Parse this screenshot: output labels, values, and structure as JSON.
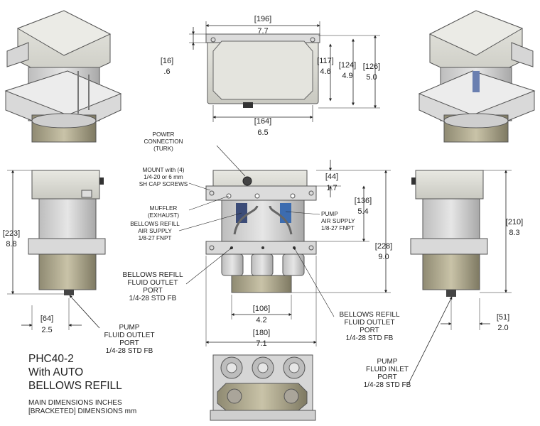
{
  "title": {
    "line1": "PHC40-2",
    "line2": "With AUTO",
    "line3": "BELLOWS REFILL"
  },
  "notes": {
    "line1": "MAIN DIMENSIONS INCHES",
    "line2": "[BRACKETED] DIMENSIONS mm"
  },
  "dimensions": {
    "top_width_mm": "[196]",
    "top_width_in": "7.7",
    "flange_mm": "[16]",
    "flange_in": ".6",
    "h117_mm": "[117]",
    "h117_in": "4.6",
    "h124_mm": "[124]",
    "h124_in": "4.9",
    "h126_mm": "[126]",
    "h126_in": "5.0",
    "w164_mm": "[164]",
    "w164_in": "6.5",
    "h44_mm": "[44]",
    "h44_in": "1.7",
    "h136_mm": "[136]",
    "h136_in": "5.4",
    "h228_mm": "[228]",
    "h228_in": "9.0",
    "h223_mm": "[223]",
    "h223_in": "8.8",
    "w64_mm": "[64]",
    "w64_in": "2.5",
    "w106_mm": "[106]",
    "w106_in": "4.2",
    "w180_mm": "[180]",
    "w180_in": "7.1",
    "h210_mm": "[210]",
    "h210_in": "8.3",
    "w51_mm": "[51]",
    "w51_in": "2.0"
  },
  "callouts": {
    "power": [
      "POWER",
      "CONNECTION",
      "(TURK)"
    ],
    "mount": [
      "MOUNT with (4)",
      "1/4-20 or 6 mm",
      "SH CAP SCREWS"
    ],
    "muffler": [
      "MUFFLER",
      "(EXHAUST)"
    ],
    "bellows_air": [
      "BELLOWS REFILL",
      "AIR SUPPLY",
      "1/8-27 FNPT"
    ],
    "pump_air": [
      "PUMP",
      "AIR SUPPLY",
      "1/8-27 FNPT"
    ],
    "bellows_outlet_left": [
      "BELLOWS REFILL",
      "FLUID OUTLET",
      "PORT",
      "1/4-28 STD FB"
    ],
    "bellows_outlet_right": [
      "BELLOWS REFILL",
      "FLUID OUTLET",
      "PORT",
      "1/4-28 STD FB"
    ],
    "pump_outlet": [
      "PUMP",
      "FLUID OUTLET",
      "PORT",
      "1/4-28 STD FB"
    ],
    "pump_inlet": [
      "PUMP",
      "FLUID INLET",
      "PORT",
      "1/4-28 STD FB"
    ]
  }
}
